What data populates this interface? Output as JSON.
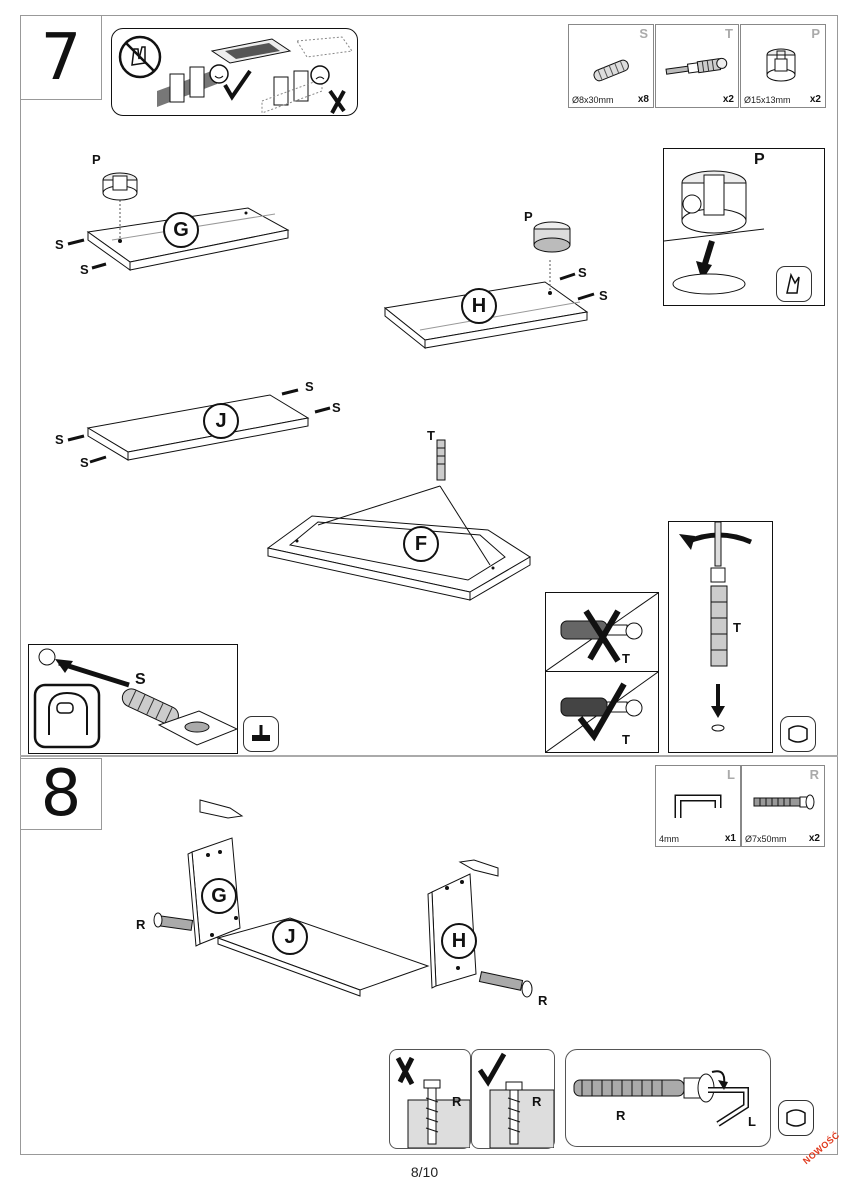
{
  "step7": {
    "number": "7",
    "parts": [
      {
        "letter": "S",
        "dimension": "Ø8x30mm",
        "quantity": "x8"
      },
      {
        "letter": "T",
        "dimension": "",
        "quantity": "x2"
      },
      {
        "letter": "P",
        "dimension": "Ø15x13mm",
        "quantity": "x2"
      }
    ],
    "panels": {
      "g": "G",
      "h": "H",
      "j": "J",
      "f": "F"
    },
    "callouts": {
      "p": "P",
      "s": "S",
      "t": "T"
    }
  },
  "step8": {
    "number": "8",
    "parts": [
      {
        "letter": "L",
        "dimension": "4mm",
        "quantity": "x1"
      },
      {
        "letter": "R",
        "dimension": "Ø7x50mm",
        "quantity": "x2"
      }
    ],
    "panels": {
      "g": "G",
      "j": "J",
      "h": "H"
    },
    "callouts": {
      "r": "R",
      "l": "L"
    }
  },
  "footer": {
    "page": "8/10",
    "brand": "NOWOŚĆ"
  },
  "colors": {
    "brand": "#e03a1e",
    "line": "#111111",
    "frame": "#999999"
  }
}
